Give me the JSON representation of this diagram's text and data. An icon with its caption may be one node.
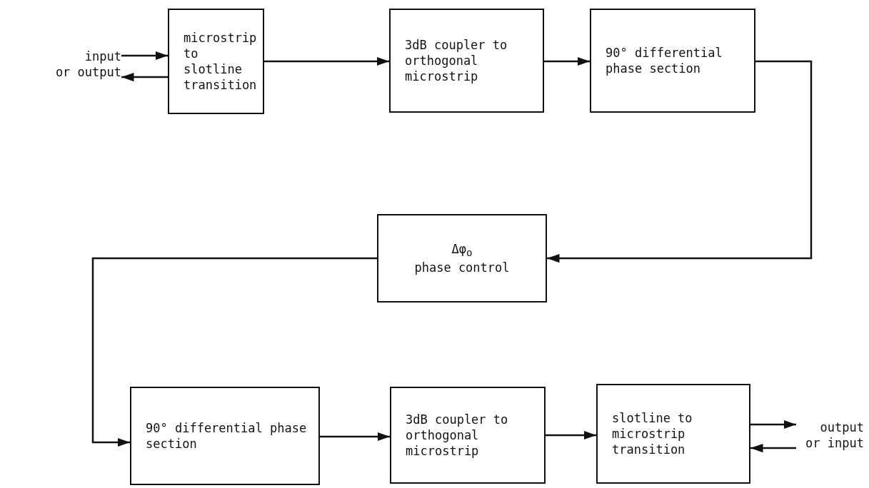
{
  "diagram": {
    "nodes": [
      {
        "text": [
          "input",
          "or output"
        ]
      },
      {
        "text": [
          "microstrip to slotline transition"
        ]
      },
      {
        "text": [
          "3dB coupler to orthogonal microstrip"
        ]
      },
      {
        "text": [
          "90° differential phase section"
        ]
      },
      {
        "text": [
          "Δφ$_{o}$",
          "phase control"
        ]
      },
      {
        "text": [
          "90° differential phase section"
        ]
      },
      {
        "text": [
          "3dB coupler to orthogonal microstrip"
        ]
      },
      {
        "text": [
          "slotline to microstrip transition"
        ]
      },
      {
        "text": [
          "output",
          "or input"
        ]
      }
    ],
    "edges": [
      {
        "from": 0,
        "to": 1,
        "arrow": "to"
      },
      {
        "from": 1,
        "to": 0,
        "arrow": "to"
      },
      {
        "from": 1,
        "to": 2,
        "arrow": "to"
      },
      {
        "from": 2,
        "to": 3,
        "arrow": "to"
      },
      {
        "from": 3,
        "to": 4,
        "arrow": "to"
      },
      {
        "from": 4,
        "to": 5,
        "arrow": "to"
      },
      {
        "from": 5,
        "to": 6,
        "arrow": "to"
      },
      {
        "from": 6,
        "to": 7,
        "arrow": "to"
      },
      {
        "from": 7,
        "to": 8,
        "arrow": "to"
      },
      {
        "from": 8,
        "to": 7,
        "arrow": "to"
      }
    ]
  }
}
